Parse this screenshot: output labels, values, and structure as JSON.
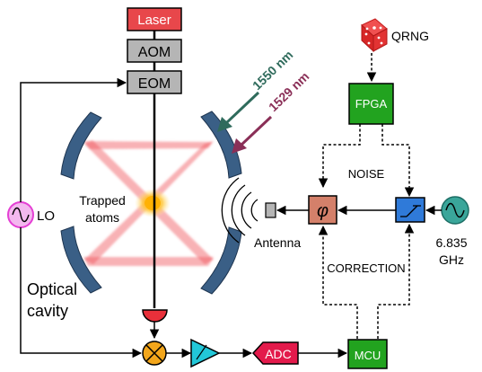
{
  "blocks": {
    "laser": "Laser",
    "aom": "AOM",
    "eom": "EOM",
    "fpga": "FPGA",
    "adc": "ADC",
    "mcu": "MCU",
    "phase_symbol": "φ"
  },
  "labels": {
    "qrng": "QRNG",
    "lo": "LO",
    "wavelength_1": "1550 nm",
    "wavelength_2": "1529 nm",
    "trapped_atoms_1": "Trapped",
    "trapped_atoms_2": "atoms",
    "antenna": "Antenna",
    "noise": "NOISE",
    "correction": "CORRECTION",
    "frequency_1": "6.835",
    "frequency_2": "GHz",
    "optical_cavity_1": "Optical",
    "optical_cavity_2": "cavity"
  },
  "colors": {
    "laser": "#e8474b",
    "modulator": "#b5b5b5",
    "fpga": "#22a31f",
    "adc": "#e31a4b",
    "phase_shifter": "#d4806a",
    "switch": "#2f7ad9",
    "oscillator_6835": "#3aa69a",
    "lo": "#e43fd4",
    "mixer": "#f3a61b",
    "amplifier": "#22c7d8",
    "mirror": "#3a5f86",
    "beam": "#e8404a",
    "arrow_1550": "#2f6b5c",
    "arrow_1529": "#8a2f57",
    "die": "#e62e2e"
  }
}
